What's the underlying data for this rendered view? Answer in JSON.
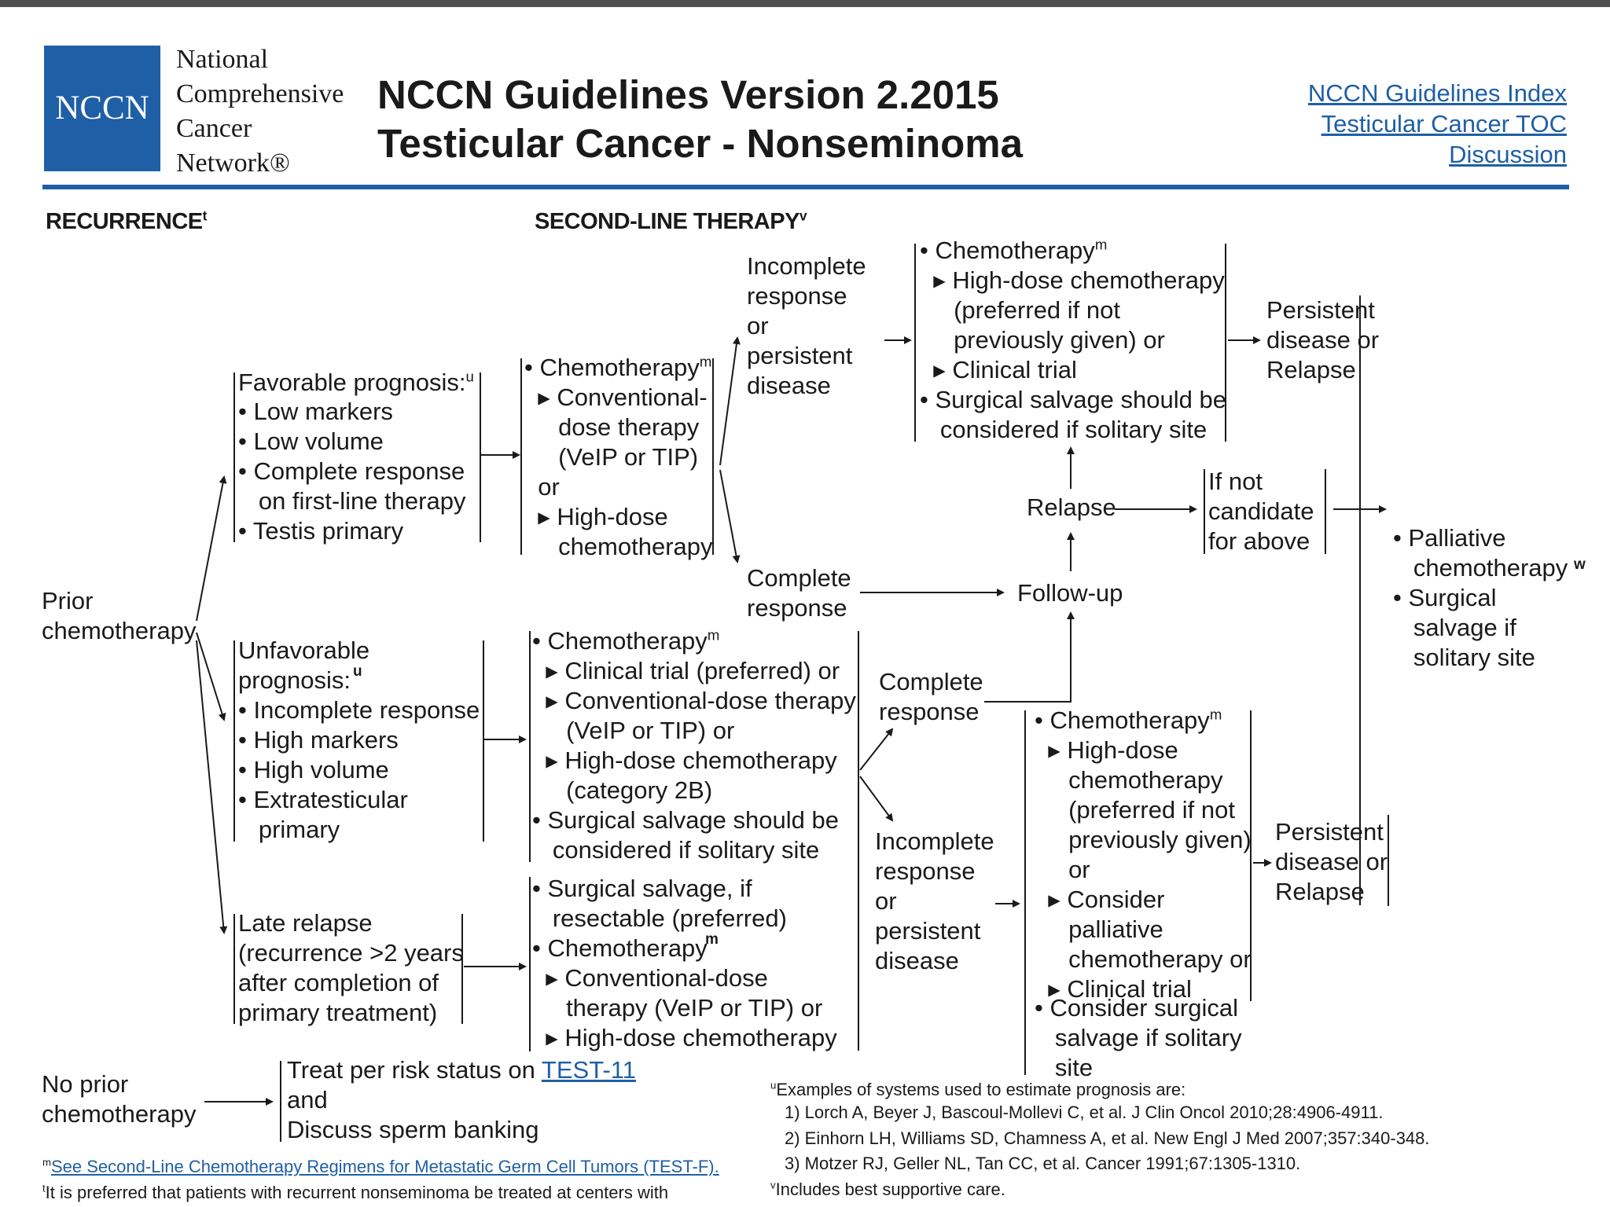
{
  "logo": {
    "abbr": "NCCN",
    "line1": "National",
    "line2": "Comprehensive",
    "line3": "Cancer",
    "line4": "Network®"
  },
  "header": {
    "title_line1": "NCCN Guidelines Version 2.2015",
    "title_line2": "Testicular Cancer - Nonseminoma",
    "links": [
      "NCCN Guidelines Index",
      "Testicular Cancer TOC",
      "Discussion"
    ]
  },
  "columns": {
    "recurrence": "RECURRENCE",
    "recurrence_sup": "t",
    "second_line": "SECOND-LINE THERAPY",
    "second_line_sup": "v"
  },
  "flow": {
    "prior": "Prior\nchemotherapy",
    "favorable_title": "Favorable prognosis:",
    "favorable_sup": "u",
    "favorable_items": "• Low markers\n• Low volume\n• Complete response\n   on first-line therapy\n• Testis primary",
    "fav_chemo_title": "• Chemotherapy",
    "fav_chemo_sup": "m",
    "fav_chemo_items": "  ▸ Conventional-\n     dose therapy\n     (VeIP or TIP)\n  or\n  ▸ High-dose\n     chemotherapy",
    "incomplete1": "Incomplete\nresponse\nor\npersistent\ndisease",
    "complete1": "Complete\nresponse",
    "hd_chemo_title": "• Chemotherapy",
    "hd_chemo_sup": "m",
    "hd_chemo_items": "  ▸ High-dose chemotherapy\n     (preferred if not\n     previously given) or\n  ▸ Clinical trial\n• Surgical salvage should be\n   considered if solitary site",
    "persistent1": "Persistent\ndisease or\nRelapse",
    "relapse": "Relapse",
    "if_not": "If not\ncandidate\nfor above",
    "followup": "Follow-up",
    "palliative": "• Palliative\n   chemotherapy\n• Surgical\n   salvage if\n   solitary site",
    "palliative_sup": "w",
    "unfav_title": "Unfavorable\nprognosis:",
    "unfav_sup": "u",
    "unfav_items": "• Incomplete response\n• High markers\n• High volume\n• Extratesticular\n   primary",
    "unfav_chemo_title": "• Chemotherapy",
    "unfav_chemo_sup": "m",
    "unfav_chemo_items": "  ▸ Clinical trial (preferred) or\n  ▸ Conventional-dose therapy\n     (VeIP or TIP) or\n  ▸ High-dose chemotherapy\n     (category 2B)\n• Surgical salvage should be\n   considered if solitary site",
    "complete2": "Complete\nresponse",
    "incomplete2": "Incomplete\nresponse\nor\npersistent\ndisease",
    "pall_chemo_title": "• Chemotherapy",
    "pall_chemo_sup": "m",
    "pall_chemo_items": "  ▸ High-dose\n     chemotherapy\n     (preferred if not\n     previously given)\n     or\n  ▸ Consider\n     palliative\n     chemotherapy or\n  ▸ Clinical trial",
    "pall_surg": "• Consider surgical\n   salvage if solitary\n   site",
    "persistent2": "Persistent\ndisease or\nRelapse",
    "late_relapse": "Late relapse\n(recurrence >2 years\nafter completion of\nprimary treatment)",
    "late_items1": "• Surgical salvage, if\n   resectable (preferred)\n• Chemotherapy",
    "late_sup": "m",
    "late_items2": "  ▸ Conventional-dose\n     therapy (VeIP or TIP) or\n  ▸ High-dose chemotherapy",
    "no_prior": "No prior\nchemotherapy",
    "treat_per": "Treat per risk status on ",
    "treat_link": "TEST-11",
    "treat_rest": "and\nDiscuss sperm banking"
  },
  "footnotes": {
    "m_sup": "m",
    "m_link": "See Second-Line Chemotherapy Regimens for Metastatic Germ Cell Tumors (TEST-F).",
    "t_sup": "t",
    "t_text": "It is preferred that patients with recurrent nonseminoma be treated at centers with",
    "u_sup": "u",
    "u_text": "Examples of systems used to estimate prognosis are:",
    "u_refs": [
      "1) Lorch A, Beyer J, Bascoul-Mollevi C, et al. J Clin Oncol 2010;28:4906-4911.",
      "2) Einhorn LH, Williams SD, Chamness A, et al. New Engl J Med 2007;357:340-348.",
      "3) Motzer RJ, Geller NL, Tan CC, et al. Cancer 1991;67:1305-1310."
    ],
    "v_sup": "v",
    "v_text": "Includes best supportive care."
  }
}
